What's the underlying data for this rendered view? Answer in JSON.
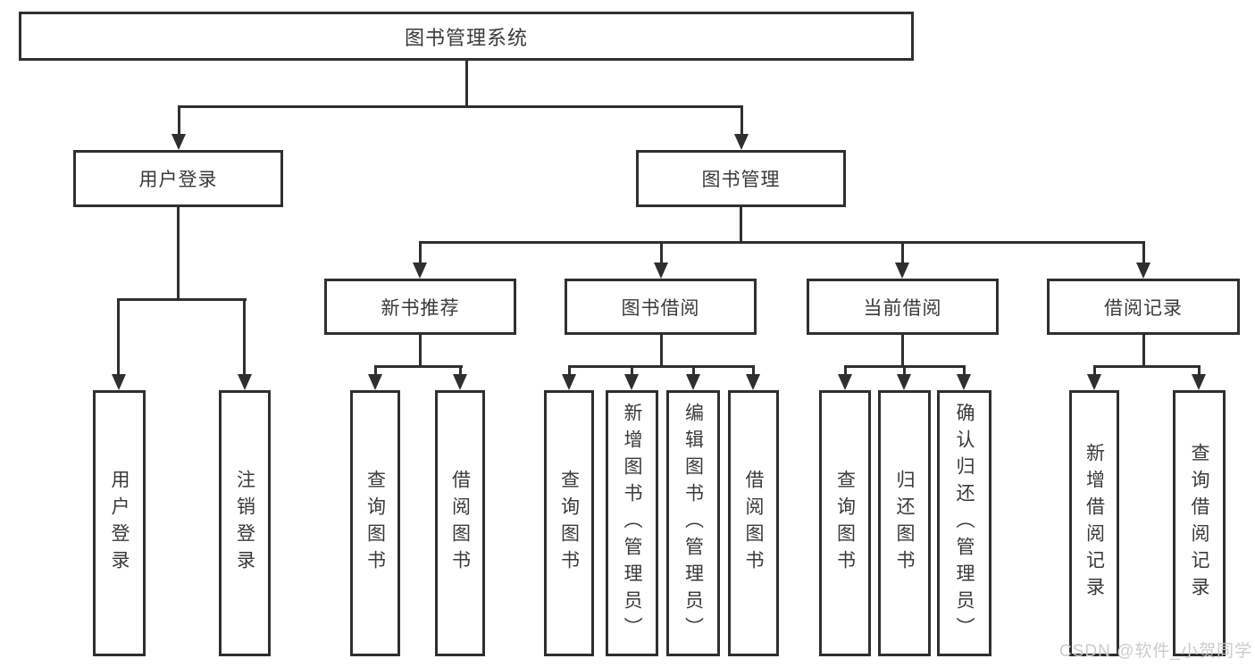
{
  "title": "图书管理系统",
  "tree": {
    "label": "图书管理系统",
    "children": [
      {
        "label": "用户登录",
        "children": [
          {
            "label": "用户登录"
          },
          {
            "label": "注销登录"
          }
        ]
      },
      {
        "label": "图书管理",
        "children": [
          {
            "label": "新书推荐",
            "children": [
              {
                "label": "查询图书"
              },
              {
                "label": "借阅图书"
              }
            ]
          },
          {
            "label": "图书借阅",
            "children": [
              {
                "label": "查询图书"
              },
              {
                "label": "新增图书（管理员）"
              },
              {
                "label": "编辑图书（管理员）"
              },
              {
                "label": "借阅图书"
              }
            ]
          },
          {
            "label": "当前借阅",
            "children": [
              {
                "label": "查询图书"
              },
              {
                "label": "归还图书"
              },
              {
                "label": "确认归还（管理员）"
              }
            ]
          },
          {
            "label": "借阅记录",
            "children": [
              {
                "label": "新增借阅记录"
              },
              {
                "label": "查询借阅记录"
              }
            ]
          }
        ]
      }
    ]
  },
  "watermark": {
    "text": "CSDN @软件_小贺同学"
  },
  "colors": {
    "line": "#2f2f2f",
    "text": "#3a3a3a",
    "background": "#ffffff",
    "watermark": "#c9c9c9"
  }
}
